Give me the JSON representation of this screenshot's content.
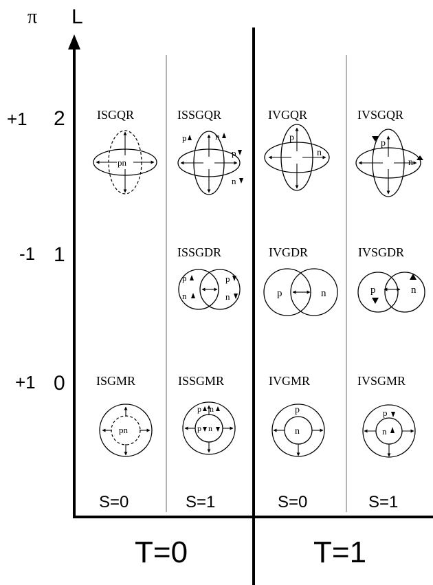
{
  "axes": {
    "parity_label": "π",
    "angular_momentum_label": "L"
  },
  "rows": [
    {
      "parity": "+1",
      "L": "2"
    },
    {
      "parity": "-1",
      "L": "1"
    },
    {
      "parity": "+1",
      "L": "0"
    }
  ],
  "modes": {
    "ISGQR": "ISGQR",
    "ISSGQR": "ISSGQR",
    "IVGQR": "IVGQR",
    "IVSGQR": "IVSGQR",
    "ISSGDR": "ISSGDR",
    "IVGDR": "IVGDR",
    "IVSGDR": "IVSGDR",
    "ISGMR": "ISGMR",
    "ISSGMR": "ISSGMR",
    "IVGMR": "IVGMR",
    "IVSGMR": "IVSGMR"
  },
  "nucleons": {
    "pn": "pn",
    "p": "p",
    "n": "n"
  },
  "spin_labels": [
    "S=0",
    "S=1",
    "S=0",
    "S=1"
  ],
  "isospin_labels": [
    "T=0",
    "T=1"
  ]
}
